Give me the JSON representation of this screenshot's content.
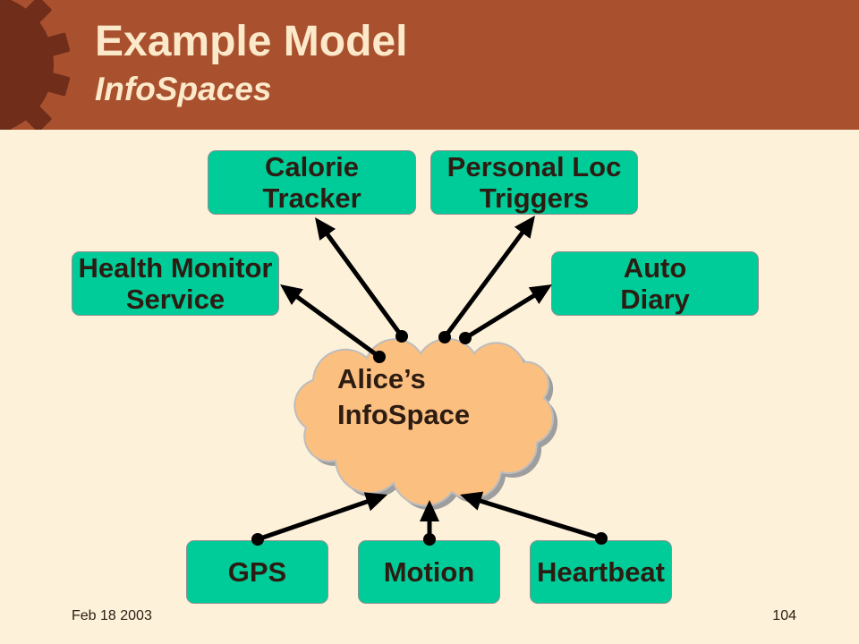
{
  "slide": {
    "title": "Example Model",
    "subtitle": "InfoSpaces",
    "footer_date": "Feb 18 2003",
    "page_number": "104"
  },
  "diagram": {
    "hub": {
      "lines": [
        "Alice’s",
        "InfoSpace"
      ]
    },
    "consumers": [
      {
        "lines": [
          "Calorie",
          "Tracker"
        ]
      },
      {
        "lines": [
          "Personal Loc",
          "Triggers"
        ]
      },
      {
        "lines": [
          "Health Monitor",
          "Service"
        ]
      },
      {
        "lines": [
          "Auto",
          "Diary"
        ]
      }
    ],
    "sources": [
      {
        "lines": [
          "GPS"
        ]
      },
      {
        "lines": [
          "Motion"
        ]
      },
      {
        "lines": [
          "Heartbeat"
        ]
      }
    ]
  },
  "icons": {
    "header_decoration": "gear-icon"
  },
  "colors": {
    "page_background": "#FDF1DA",
    "header_band": "#A9512F",
    "gear": "#6F2D1A",
    "title_text": "#FCE9CA",
    "node_fill": "#00CC99",
    "node_border": "#8F8F8F",
    "node_text": "#2D1C12",
    "cloud_fill": "#FBBF80",
    "cloud_outline": "#BDBDBD",
    "cloud_shadow": "#9E9E9E",
    "arrow": "#000000",
    "footer_text": "#2D1C12"
  }
}
